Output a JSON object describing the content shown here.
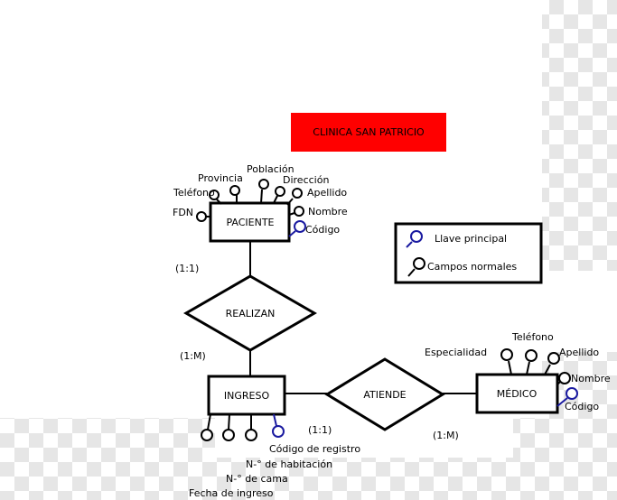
{
  "title": "CLINICA SAN PATRICIO",
  "colors": {
    "title_bg": "#ff0000",
    "key_attribute": "#1a1aa0",
    "normal_attribute": "#000000",
    "checker_light": "#ffffff",
    "checker_dark": "#e6e6e6"
  },
  "entities": {
    "paciente": "PACIENTE",
    "ingreso": "INGRESO",
    "medico": "MÉDICO"
  },
  "relationships": {
    "realizan": "REALIZAN",
    "atiende": "ATIENDE"
  },
  "cardinalities": {
    "paciente_realizan": "(1:1)",
    "realizan_ingreso": "(1:M)",
    "ingreso_atiende": "(1:1)",
    "atiende_medico": "(1:M)"
  },
  "attributes": {
    "paciente": {
      "provincia": "Provincia",
      "poblacion": "Población",
      "direccion": "Dirección",
      "telefono": "Teléfono",
      "apellido": "Apellido",
      "fdn": "FDN",
      "nombre": "Nombre",
      "codigo": "Código"
    },
    "ingreso": {
      "codigo_registro": "Código de registro",
      "num_habitacion": "N-° de habitación",
      "num_cama": "N-° de cama",
      "fecha_ingreso": "Fecha de ingreso"
    },
    "medico": {
      "telefono": "Teléfono",
      "especialidad": "Especialidad",
      "apellido": "Apellido",
      "nombre": "Nombre",
      "codigo": "Código"
    }
  },
  "legend": {
    "key": "Llave principal",
    "normal": "Campos normales"
  }
}
